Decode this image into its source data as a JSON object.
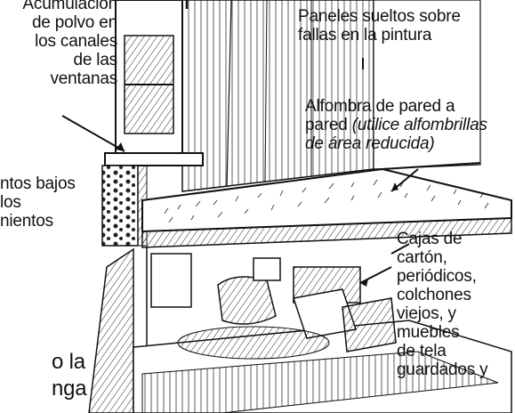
{
  "labels": {
    "window_dust": "Acumulación\nde polvo en\nlos canales\nde las\nventanas",
    "loose_panels": "Paneles sueltos sobre\nfallas en la pintura",
    "carpet_main": "Alfombra de pared a\npared ",
    "carpet_note": "(utilice alfombrillas\nde área reducida)",
    "low_spots": "ntos bajos\nlos\nnientos",
    "stored_items": "Cajas de\ncartón,\nperiódicos,\ncolchones\nviejos, y\nmuebles\nde tela\nguardados y",
    "bottom_left": "o la\nnga"
  },
  "colors": {
    "ink": "#111111",
    "background": "#ffffff"
  }
}
